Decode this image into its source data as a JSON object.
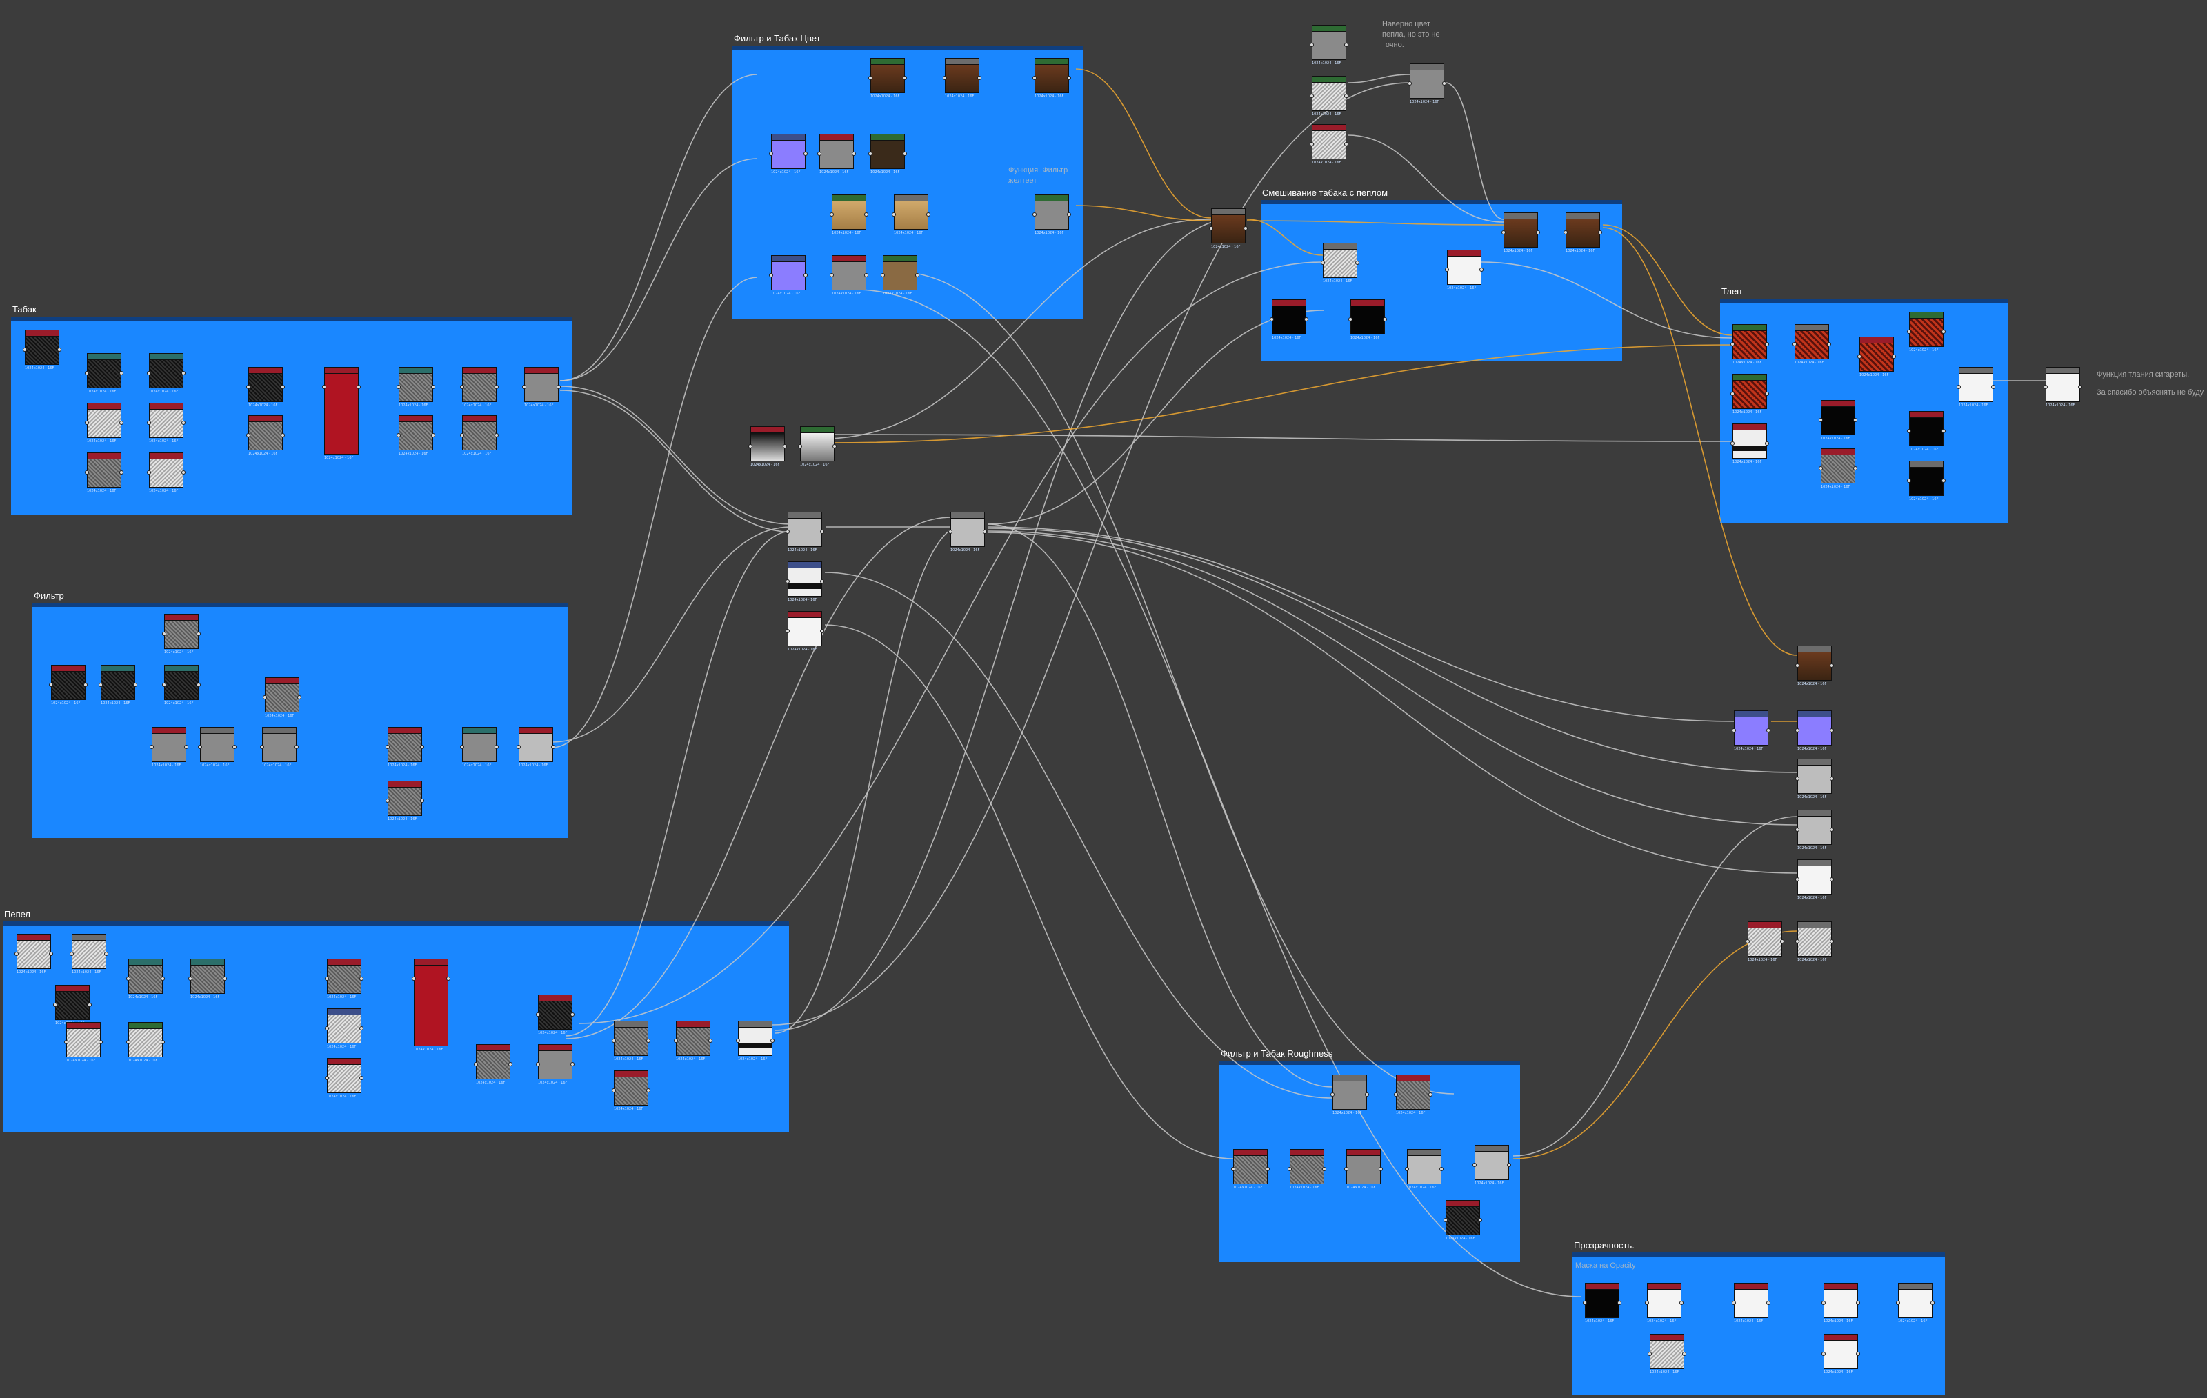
{
  "frames": [
    {
      "id": "tabak",
      "title": "Табак"
    },
    {
      "id": "filter",
      "title": "Фильтр"
    },
    {
      "id": "pepel",
      "title": "Пепел"
    },
    {
      "id": "filter-tabak-color",
      "title": "Фильтр и Табак Цвет"
    },
    {
      "id": "mix",
      "title": "Смешивание табака с пеплом"
    },
    {
      "id": "tlen",
      "title": "Тлен"
    },
    {
      "id": "roughness",
      "title": "Фильтр и Табак Roughness"
    },
    {
      "id": "transparency",
      "title": "Прозрачность."
    }
  ],
  "comments": {
    "filter_color": "Функция. Фильтр желтеет",
    "ash_color": "Наверно цвет пепла, но это не точно.",
    "transparency": "Маска на Opacity",
    "tlen_func": "Функция тлания сигареты.",
    "tlen_thanks": "За спасибо объяснять не буду."
  },
  "nodes": {
    "size_label": "1024x1024 · 16F"
  },
  "colors": {
    "background": "#3c3c3c",
    "frame": "#1a87ff",
    "wire": "#c8c8c8",
    "wire_accent": "#f0a830"
  }
}
